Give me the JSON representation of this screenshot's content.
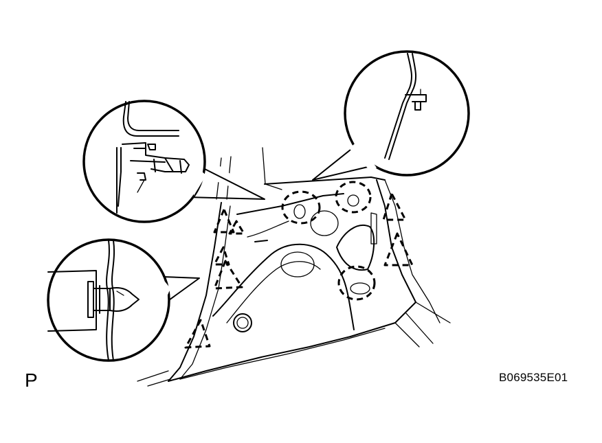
{
  "diagram": {
    "view_label": "P",
    "figure_id": "B069535E01",
    "callouts": [
      {
        "name": "clip-detail-callout",
        "icon": "clip-retainer-icon"
      },
      {
        "name": "push-clip-detail-callout",
        "icon": "push-clip-icon"
      },
      {
        "name": "claw-detail-callout",
        "icon": "claw-fitting-icon"
      }
    ],
    "markers": {
      "dashed_circles": 3,
      "dashed_triangles": 7
    }
  }
}
